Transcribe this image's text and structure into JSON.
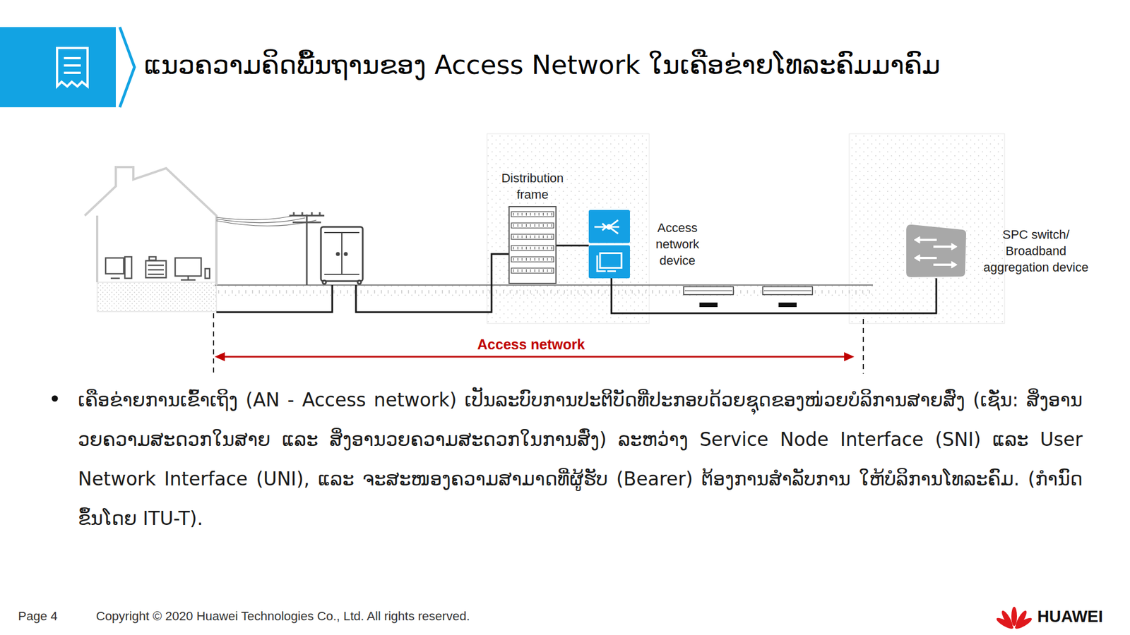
{
  "diagram": {
    "title": "ແນວຄວາມຄິດພື້ນຖານຂອງ Access Network ໃນເຄືອຂ່າຍໂທລະຄົມມາຄົມ",
    "nodes": [
      {
        "text": [
          "Distribution frame"
        ]
      },
      {
        "text": [
          "Access network device"
        ]
      },
      {
        "text": [
          "SPC switch/ Broadband aggregation device"
        ]
      }
    ],
    "edges": [
      {
        "from": 0,
        "to": 1,
        "arrow": "none"
      },
      {
        "from": 1,
        "to": 2,
        "arrow": "none"
      }
    ],
    "labels": [
      "Access network",
      "ເຄືອຂ່າຍການເຂົ້າເຖິງ (AN - Access network) ເປັນລະບົບການປະຕິບັດທີ່ປະກອບດ້ວຍຊຸດຂອງໜ່ວຍບໍລິການສາຍສົ່ງ (ເຊັ່ນ: ສິ່ງອານວຍຄວາມສະດວກໃນສາຍ ແລະ ສິ່ງອານວຍຄວາມສະດວກໃນການສົ່ງ) ລະຫວ່າງ Service Node Interface (SNI) ແລະ User Network Interface (UNI), ແລະ ຈະສະໜອງຄວາມສາມາດທີ່ຜູ້ຮັບ (Bearer) ຕ້ອງການສຳລັບການ ໃຫ້ບໍລິການໂທລະຄົມ. (ກຳນົດຂຶ້ນໂດຍ ITU-T).",
      "Page 4",
      "Copyright © 2020 Huawei Technologies Co., Ltd. All rights reserved.",
      "HUAWEI"
    ]
  }
}
